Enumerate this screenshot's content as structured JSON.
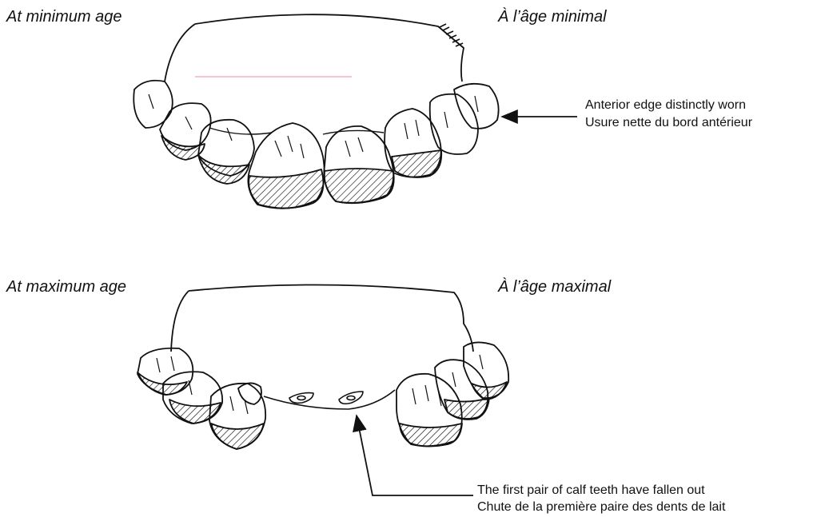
{
  "figure": {
    "top": {
      "label_en": "At minimum age",
      "label_fr": "À l’âge minimal",
      "note_en": "Anterior edge distinctly worn",
      "note_fr": "Usure nette du bord antérieur"
    },
    "bottom": {
      "label_en": "At maximum age",
      "label_fr": "À l’âge maximal",
      "note_en": "The first pair of calf teeth have fallen out",
      "note_fr": "Chute de la première paire des dents de lait"
    }
  },
  "colors": {
    "line": "#111111",
    "background": "#ffffff"
  }
}
